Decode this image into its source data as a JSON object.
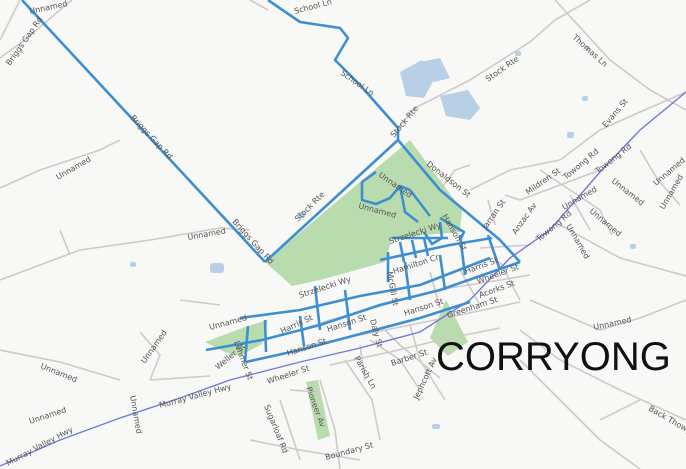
{
  "map": {
    "town": "CORRYONG",
    "colors": {
      "background": "#f8f8f6",
      "road": "#cfc9c9",
      "route": "#3d8fd0",
      "highway": "#6f7bd8",
      "park": "#b9dcae",
      "water": "#b8d0e6"
    },
    "labels": {
      "unnamed": "Unnamed",
      "school_ln": "School Ln",
      "briggs_gap_rd": "Briggs Gap Rd",
      "stock_rte": "Stock Rte",
      "thomas_ln": "Thomas Ln",
      "evans_st": "Evans St",
      "mildren_st": "Mildren St",
      "towong_rd": "Towong Rd",
      "donaldson_st": "Donaldson St",
      "jarran_st": "Jarran St",
      "anzac_av": "Anzac Av",
      "strzelecki_wy": "Strzelecki Wy",
      "hanson_st": "Hanson St",
      "hamilton_cr": "Hamilton Cr",
      "harris_st": "Harris St",
      "wheeler_st": "Wheeler St",
      "acorks_st": "Acorks St",
      "greenham_st": "Greenham St",
      "mcgill_st": "McGill St",
      "daly_st": "Daly St",
      "barber_st": "Barber St",
      "parish_ln": "Parish Ln",
      "jephcott_av": "Jephcott Av",
      "lehmer_st": "Lehmer St",
      "weller_st": "Weller St",
      "murray_valley_hwy": "Murray Valley Hwy",
      "sugarloaf_rd": "Sugarloaf Rd",
      "pioneer_av": "Pioneer Av",
      "boundary_st": "Boundary St",
      "back_thowgla": "Back Thowgla"
    }
  }
}
